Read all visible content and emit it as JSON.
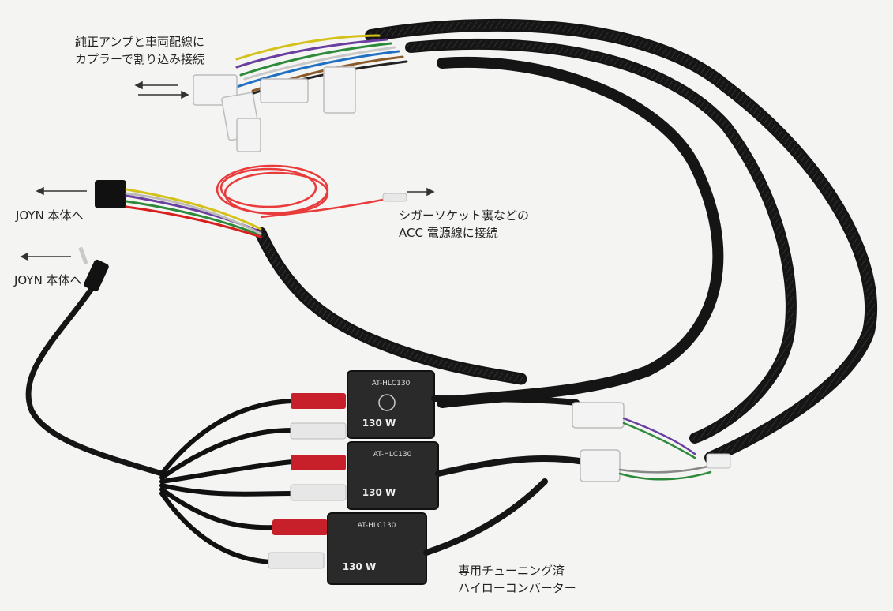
{
  "annotations": {
    "factory_amp": {
      "line1": "純正アンプと車両配線に",
      "line2": "カプラーで割り込み接続"
    },
    "joyn_main_1": "JOYN 本体へ",
    "joyn_main_2": "JOYN 本体へ",
    "acc": {
      "line1": "シガーソケット裏などの",
      "line2": "ACC 電源線に接続"
    },
    "converter": {
      "line1": "専用チューニング済",
      "line2": "ハイローコンバーター"
    }
  },
  "converters": [
    {
      "model": "AT-HLC130",
      "rating": "130 W"
    },
    {
      "model": "AT-HLC130",
      "rating": "130 W"
    },
    {
      "model": "AT-HLC130",
      "rating": "130 W"
    }
  ]
}
